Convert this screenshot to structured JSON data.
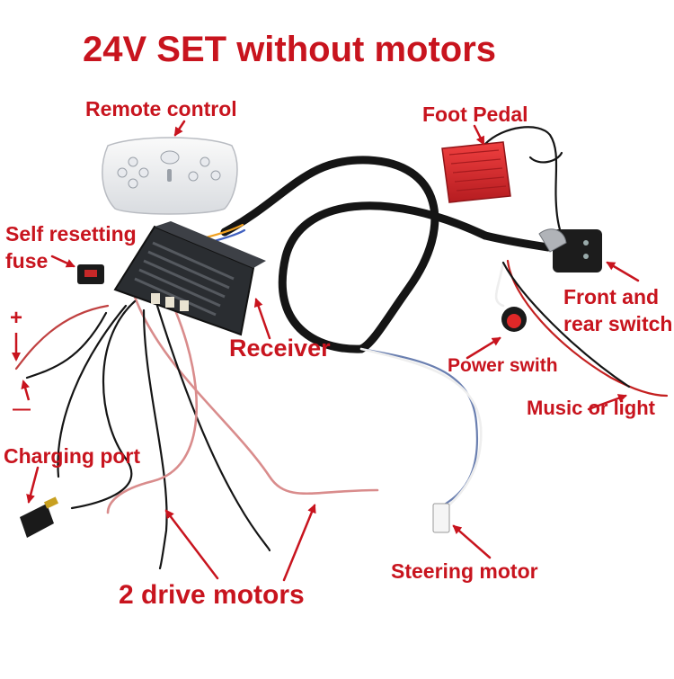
{
  "title": "24V SET without motors",
  "labels": {
    "remote_control": "Remote control",
    "foot_pedal": "Foot Pedal",
    "self_resetting_fuse_line1": "Self resetting",
    "self_resetting_fuse_line2": "fuse",
    "front_rear_switch_line1": "Front and",
    "front_rear_switch_line2": "rear switch",
    "receiver": "Receiver",
    "power_switch": "Power swith",
    "music_or_light": "Music or light",
    "charging_port": "Charging port",
    "drive_motors": "2 drive motors",
    "steering_motor": "Steering motor",
    "plus_sign": "+",
    "minus_sign": "—"
  },
  "colors": {
    "label_red": "#c8141e",
    "cable_black": "#151515",
    "pedal_red": "#d8262b",
    "wire_pink": "#d98c8c",
    "wire_red": "#c42020",
    "wire_blue": "#6a7fb0",
    "wire_white": "#eeeeee"
  },
  "icons": [
    "arrow-icon",
    "remote-control-icon",
    "foot-pedal-icon",
    "receiver-box-icon",
    "fuse-icon",
    "rocker-switch-icon",
    "power-switch-icon",
    "charging-port-icon",
    "connector-plug-icon"
  ]
}
